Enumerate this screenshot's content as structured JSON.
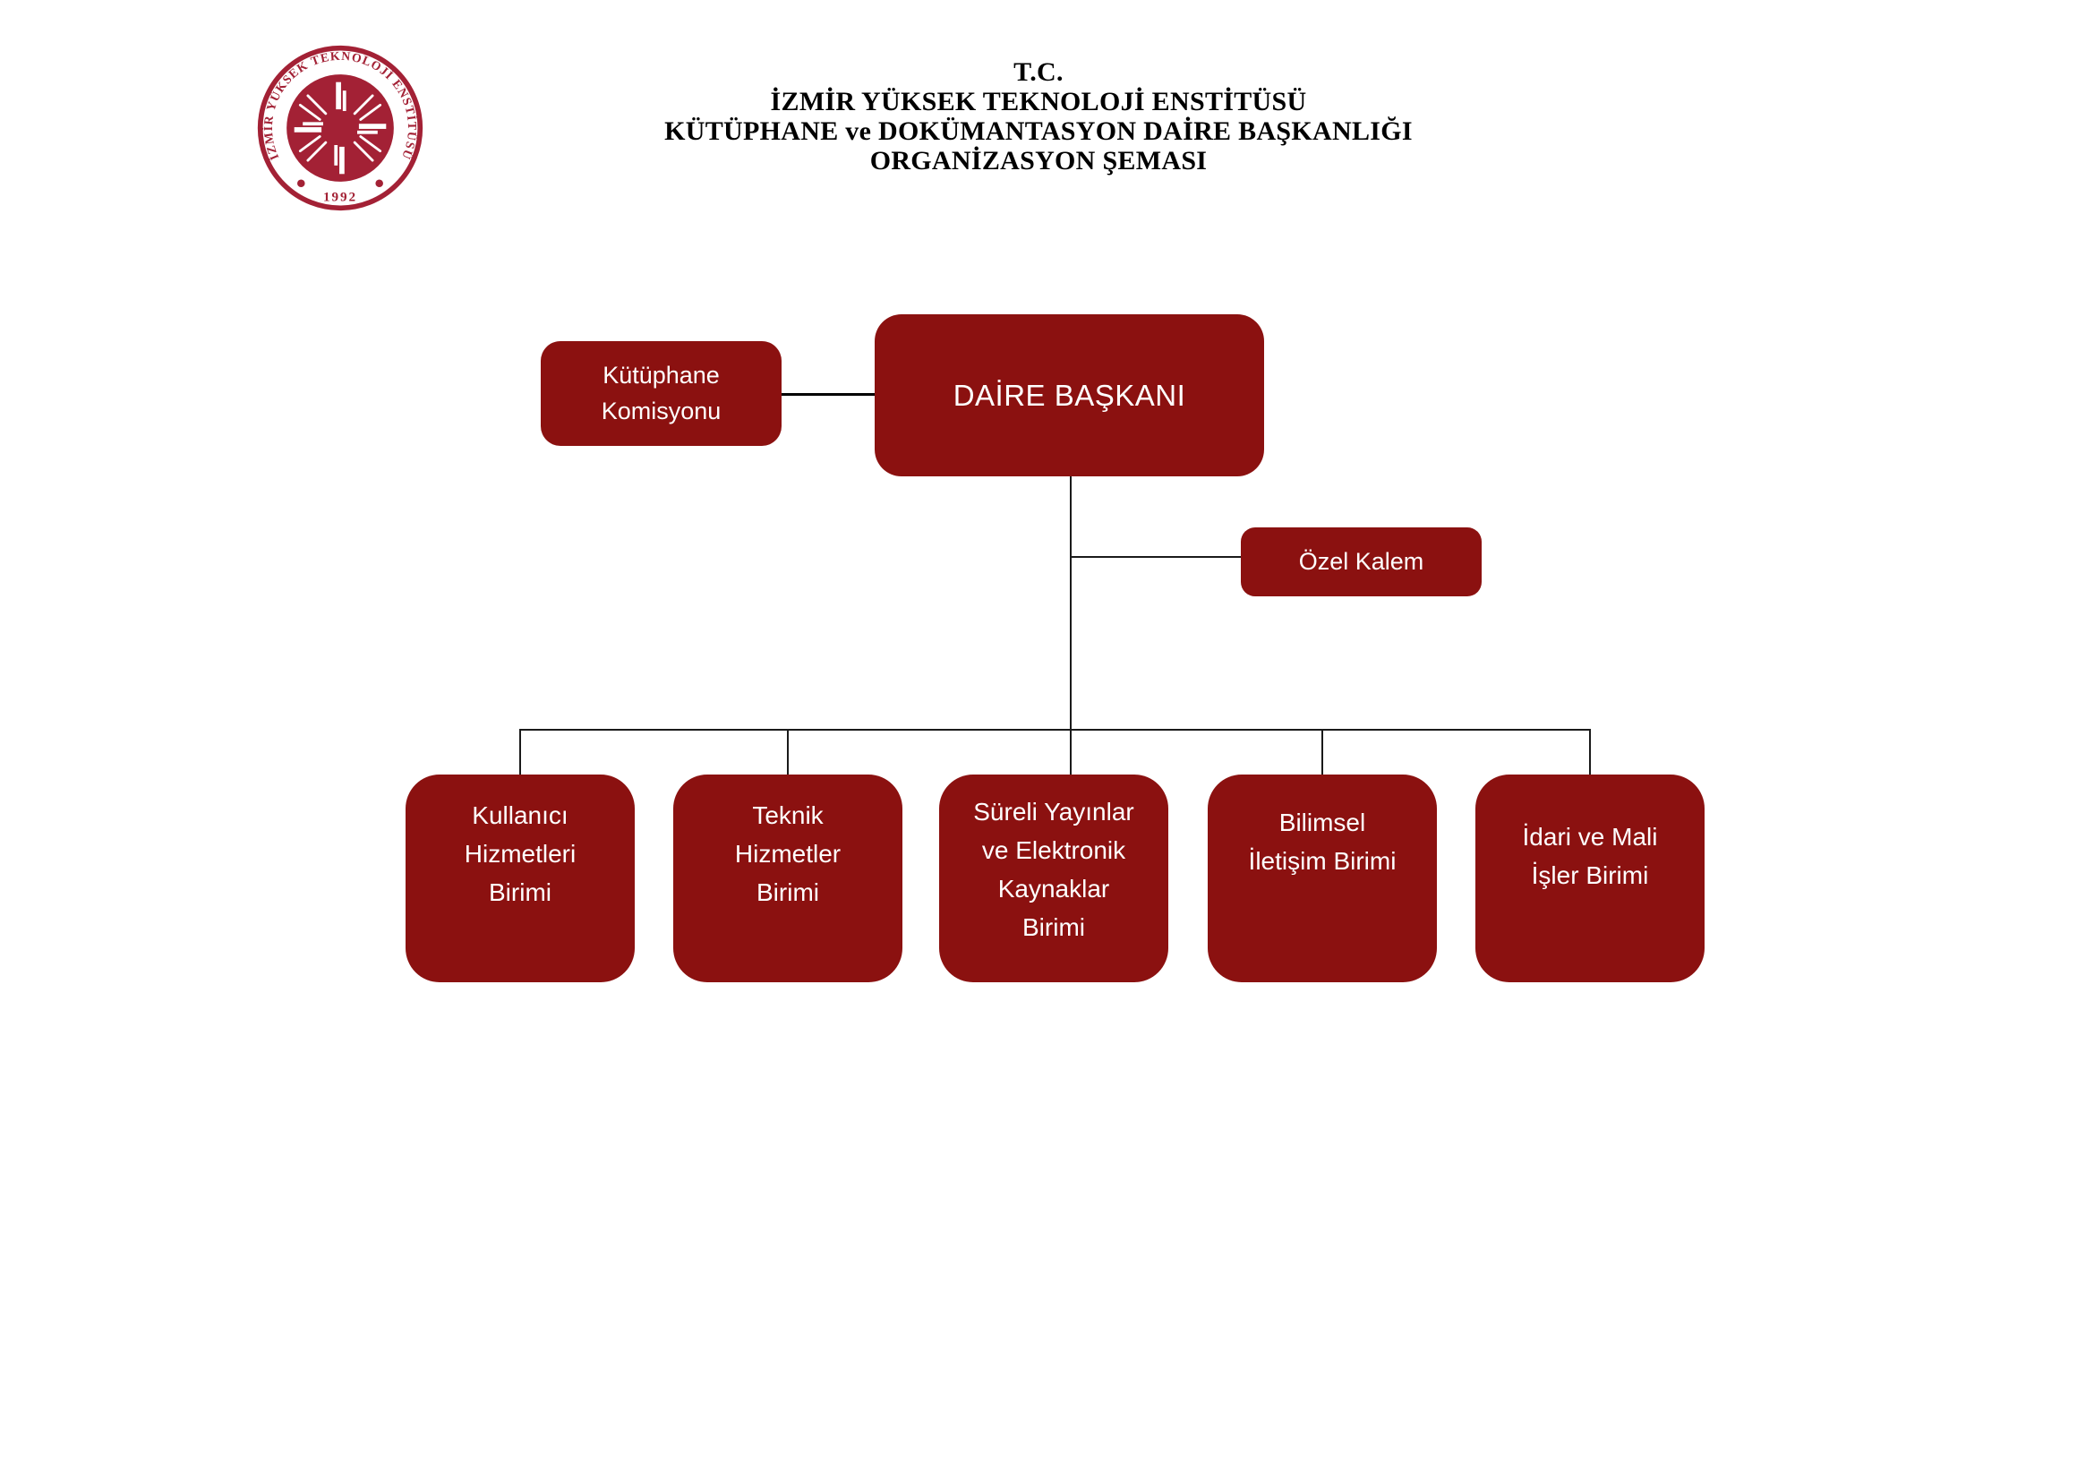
{
  "header": {
    "logo": {
      "ring_text": "İZMİR YÜKSEK TEKNOLOJİ ENSTİTÜSÜ",
      "year": "1992",
      "color": "#A32135"
    },
    "title_lines": {
      "line1": "T.C.",
      "line2": "İZMİR YÜKSEK TEKNOLOJİ ENSTİTÜSÜ",
      "line3": "KÜTÜPHANE ve DOKÜMANTASYON DAİRE BAŞKANLIĞI",
      "line4": "ORGANİZASYON ŞEMASI"
    }
  },
  "chart": {
    "box_color": "#8B1110",
    "text_color": "#FFFFFF",
    "line_color": "#000000",
    "nodes": {
      "director": {
        "label": "DAİRE BAŞKANI"
      },
      "commission": {
        "lines": [
          "Kütüphane",
          "Komisyonu"
        ]
      },
      "ozel_kalem": {
        "label": "Özel Kalem"
      },
      "units": [
        {
          "lines": [
            "Kullanıcı",
            "Hizmetleri",
            "Birimi"
          ]
        },
        {
          "lines": [
            "Teknik",
            "Hizmetler",
            "Birimi"
          ]
        },
        {
          "lines": [
            "Süreli Yayınlar",
            "ve Elektronik",
            "Kaynaklar",
            "Birimi"
          ]
        },
        {
          "lines": [
            "Bilimsel",
            "İletişim Birimi"
          ]
        },
        {
          "lines": [
            "İdari ve Mali",
            "İşler Birimi"
          ]
        }
      ]
    }
  }
}
